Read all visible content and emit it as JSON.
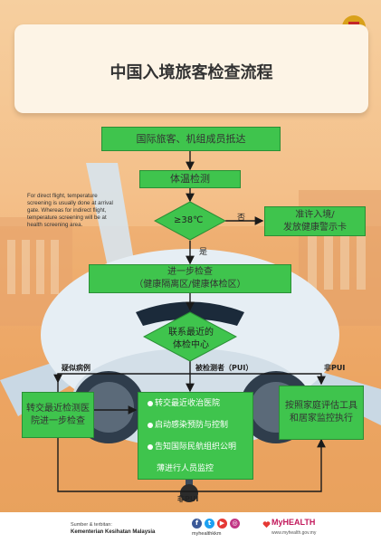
{
  "title": "中国入境旅客检查流程",
  "note": "For direct flight, temperature screening is usually done at arrival gate. Whereas for indirect flight, temperature screening will be at health screening area.",
  "nodes": {
    "arrival": "国际旅客、机组成员抵达",
    "temp_check": "体温检测",
    "temp_decision": "≥38℃",
    "allow_entry_line1": "准许入境/",
    "allow_entry_line2": "发放健康警示卡",
    "further_check_line1": "进一步检查",
    "further_check_line2": "（健康隔离区/健康体检区）",
    "contact_center_line1": "联系最近的",
    "contact_center_line2": "体检中心",
    "transfer_test_line1": "转交最近检测医",
    "transfer_test_line2": "院进一步检查",
    "actions": [
      "转交最近收治医院",
      "启动感染预防与控制",
      "告知国际民航组织公明",
      "薄进行人员监控"
    ],
    "home_line1": "按照家庭评估工具",
    "home_line2": "和居家监控执行"
  },
  "edge_labels": {
    "no": "否",
    "yes": "是",
    "suspected": "疑似病例",
    "tested": "被检测者（PUI）",
    "not_pui_right": "非PUI",
    "not_pui_bottom": "非PUI"
  },
  "footer": {
    "source_label": "Sumber & terbitan:",
    "publisher": "Kementerian Kesihatan Malaysia",
    "social_handle": "myhealthkkm",
    "brand": "MyHEALTH",
    "url": "www.myhealth.gov.my"
  },
  "colors": {
    "box_fill": "#3fc44d",
    "box_border": "#2a8f35",
    "background": "#f4c08a",
    "title_card": "#fdf4e6"
  }
}
